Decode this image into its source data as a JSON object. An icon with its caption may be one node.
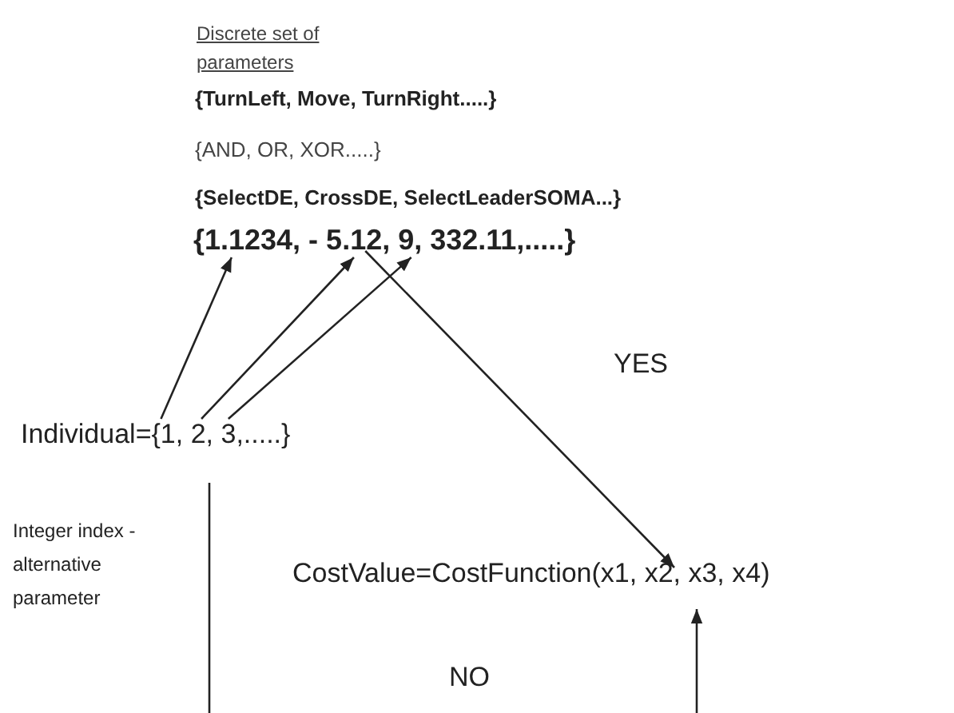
{
  "diagram": {
    "nodes": [
      {
        "text": [
          "{1.1234, - 5.12, 9, 332.11,.....}"
        ]
      },
      {
        "text": [
          "Individual={1, 2, 3,.....}"
        ]
      },
      {
        "text": [
          "CostValue=CostFunction(x1, x2, x3, x4)"
        ]
      }
    ],
    "edges": [
      {
        "from": 1,
        "to": 0,
        "arrow": "to"
      },
      {
        "from": 1,
        "to": 0,
        "arrow": "to"
      },
      {
        "from": 1,
        "to": 0,
        "arrow": "to"
      },
      {
        "from": 0,
        "to": 2,
        "arrow": "to"
      },
      {
        "from": 1,
        "to": null,
        "arrow": "none"
      },
      {
        "from": null,
        "to": 2,
        "arrow": "to"
      }
    ],
    "labels": [
      "Discrete set of parameters",
      "{TurnLeft, Move, TurnRight.....}",
      "{AND, OR, XOR.....}",
      "{SelectDE, CrossDE, SelectLeaderSOMA...}",
      "YES",
      "Integer index - alternative parameter",
      "NO"
    ]
  }
}
